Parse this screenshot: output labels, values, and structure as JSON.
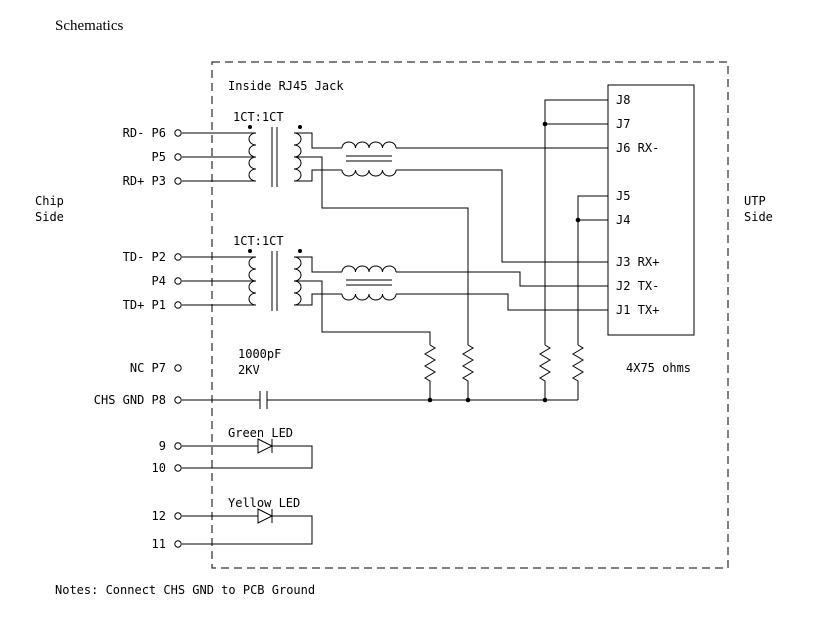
{
  "page": {
    "title": "Schematics",
    "notes": "Notes: Connect CHS GND to PCB Ground",
    "background_color": "#ffffff",
    "line_color": "#000000"
  },
  "schematic": {
    "enclosure_label": "Inside RJ45 Jack",
    "left_side_label": [
      "Chip",
      "Side"
    ],
    "right_side_label": [
      "UTP",
      "Side"
    ],
    "transformers": [
      {
        "ratio": "1CT:1CT"
      },
      {
        "ratio": "1CT:1CT"
      }
    ],
    "capacitor": {
      "value": "1000pF",
      "rating": "2KV"
    },
    "termination_label": "4X75 ohms",
    "leds": [
      {
        "label": "Green LED",
        "pins": [
          "9",
          "10"
        ]
      },
      {
        "label": "Yellow LED",
        "pins": [
          "12",
          "11"
        ]
      }
    ],
    "chip_pins": [
      {
        "label": "RD- P6"
      },
      {
        "label": "P5"
      },
      {
        "label": "RD+ P3"
      },
      {
        "label": "TD- P2"
      },
      {
        "label": "P4"
      },
      {
        "label": "TD+ P1"
      },
      {
        "label": "NC P7"
      },
      {
        "label": "CHS GND P8"
      }
    ],
    "jack_pins": [
      {
        "label": "J8"
      },
      {
        "label": "J7"
      },
      {
        "label": "J6 RX-"
      },
      {
        "label": "J5"
      },
      {
        "label": "J4"
      },
      {
        "label": "J3 RX+"
      },
      {
        "label": "J2 TX-"
      },
      {
        "label": "J1 TX+"
      }
    ]
  }
}
